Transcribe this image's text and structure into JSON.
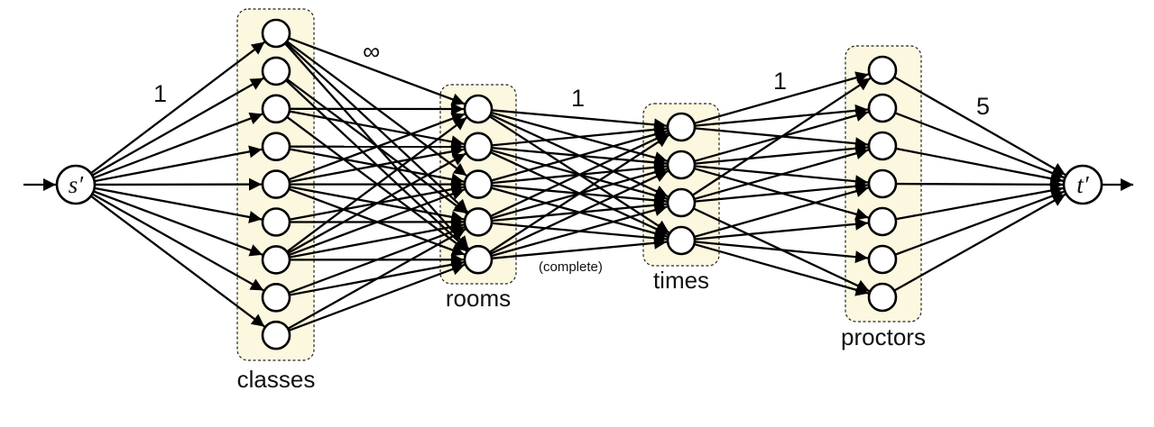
{
  "graph": {
    "source": {
      "label": "s′"
    },
    "sink": {
      "label": "t′"
    },
    "groups": {
      "classes": {
        "label": "classes",
        "count": 9
      },
      "rooms": {
        "label": "rooms",
        "count": 5
      },
      "times": {
        "label": "times",
        "count": 4
      },
      "proctors": {
        "label": "proctors",
        "count": 7
      }
    },
    "capacities": {
      "source_to_classes": "1",
      "classes_to_rooms": "∞",
      "rooms_to_times": "1",
      "times_to_proctors": "1",
      "proctors_to_sink": "5"
    },
    "notes": {
      "rooms_to_times": "(complete)"
    },
    "edges": {
      "classes_to_rooms": [
        [
          0,
          0
        ],
        [
          0,
          2
        ],
        [
          0,
          3
        ],
        [
          0,
          4
        ],
        [
          1,
          3
        ],
        [
          1,
          4
        ],
        [
          2,
          0
        ],
        [
          2,
          1
        ],
        [
          2,
          4
        ],
        [
          3,
          1
        ],
        [
          3,
          2
        ],
        [
          4,
          0
        ],
        [
          4,
          1
        ],
        [
          4,
          2
        ],
        [
          4,
          3
        ],
        [
          4,
          4
        ],
        [
          5,
          2
        ],
        [
          5,
          3
        ],
        [
          6,
          0
        ],
        [
          6,
          1
        ],
        [
          6,
          2
        ],
        [
          6,
          3
        ],
        [
          6,
          4
        ],
        [
          7,
          3
        ],
        [
          7,
          4
        ],
        [
          8,
          3
        ],
        [
          8,
          4
        ]
      ],
      "rooms_to_times": "complete",
      "times_to_proctors": [
        [
          0,
          0
        ],
        [
          0,
          1
        ],
        [
          0,
          2
        ],
        [
          1,
          1
        ],
        [
          1,
          2
        ],
        [
          1,
          3
        ],
        [
          1,
          4
        ],
        [
          2,
          0
        ],
        [
          2,
          2
        ],
        [
          2,
          3
        ],
        [
          2,
          6
        ],
        [
          3,
          3
        ],
        [
          3,
          4
        ],
        [
          3,
          5
        ],
        [
          3,
          6
        ]
      ]
    },
    "colors": {
      "group_fill": "#fcf7df",
      "stroke": "#000000",
      "node_fill": "#ffffff"
    }
  }
}
